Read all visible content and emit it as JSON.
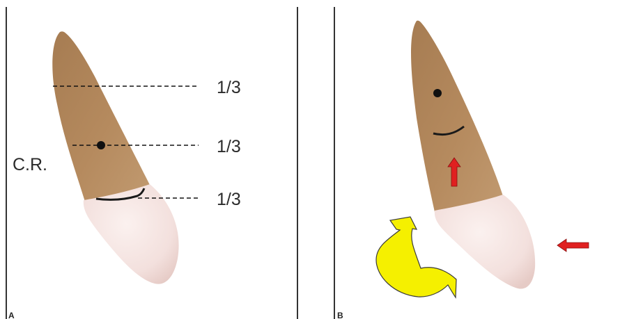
{
  "panels": [
    {
      "letter": "A",
      "center_label": "C.R.",
      "thirds": [
        "1/3",
        "1/3",
        "1/3"
      ]
    },
    {
      "letter": "B"
    }
  ],
  "colors": {
    "root": "#b58a5e",
    "root_dark": "#9c7247",
    "crown": "#f5e4e2",
    "crown_edge": "#e8d0cc",
    "line": "#1a1a1a",
    "arrow_red": "#e02020",
    "arrow_yellow": "#f5f000"
  },
  "icons": {
    "rotation_arrow": "curved-arrow-icon",
    "force_arrow_left": "arrow-left-icon",
    "force_arrow_up": "arrow-up-icon"
  }
}
